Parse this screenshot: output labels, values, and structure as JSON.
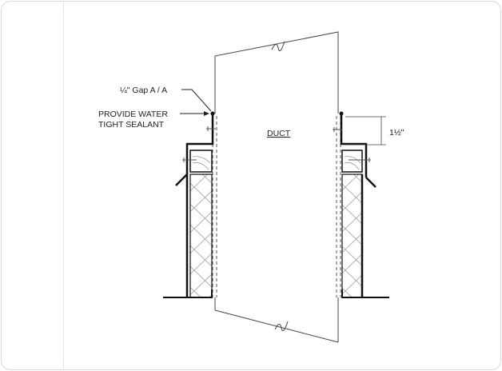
{
  "labels": {
    "gap": "¼\" Gap A / A",
    "sealant_line1": "PROVIDE WATER",
    "sealant_line2": "TIGHT SEALANT",
    "duct": "DUCT",
    "dimension": "1½\""
  },
  "colors": {
    "line": "#111111",
    "hatch": "#9a9a9a",
    "border": "#d9d9d9"
  }
}
